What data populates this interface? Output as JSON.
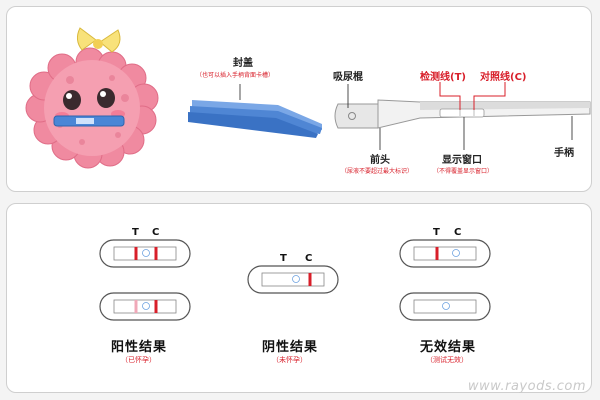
{
  "device": {
    "cap_label": "封盖",
    "cap_note": "（也可以插入手柄背面卡槽）",
    "absorbent_label": "吸尿棍",
    "test_line_label": "检测线(T)",
    "control_line_label": "对照线(C)",
    "tip_label": "前头",
    "tip_note": "（尿液不要超过最大标识）",
    "window_label": "显示窗口",
    "window_note": "（不得覆盖显示窗口）",
    "handle_label": "手柄"
  },
  "results": [
    {
      "title": "阳性结果",
      "note": "（已怀孕）"
    },
    {
      "title": "阴性结果",
      "note": "（未怀孕）"
    },
    {
      "title": "无效结果",
      "note": "（测试无效）"
    }
  ],
  "strip_labels": {
    "t": "T",
    "c": "C"
  },
  "watermark": "www.rayods.com",
  "colors": {
    "line_red": "#d81f2a",
    "faint_pink": "#f0a8b8",
    "device_blue": "#5b8fd6"
  }
}
